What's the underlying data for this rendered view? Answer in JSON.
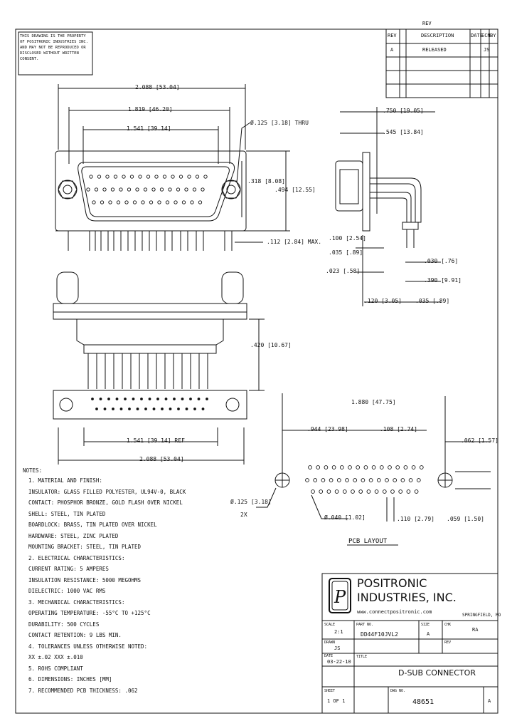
{
  "revision": {
    "title": "REV",
    "headers": [
      "REV",
      "DESCRIPTION",
      "DATE",
      "ECN",
      "BY"
    ],
    "rows": [
      [
        "A",
        "RELEASED",
        "",
        "",
        "JS"
      ]
    ]
  },
  "warning_note": "THIS DRAWING IS THE PROPERTY OF POSITRONIC INDUSTRIES INC. AND MAY NOT BE REPRODUCED OR DISCLOSED WITHOUT WRITTEN CONSENT.",
  "dims": {
    "overall": "2.088 [53.04]",
    "shell": "1.819 [46.20]",
    "face": "1.541 [39.14]",
    "hole": "Ø.125 [3.18] THRU",
    "height": ".494 [12.55]",
    "flange": ".318 [8.08]",
    "mount": ".112 [2.84] MAX.",
    "depth1": ".750 [19.05]",
    "depth2": ".545 [13.84]",
    "side1": ".100 [2.54]",
    "side2": ".035 [.89]",
    "side3": ".023 [.58]",
    "side4": ".030 [.76]",
    "side5": ".390 [9.91]",
    "side6": ".120 [3.05]",
    "rear_h": ".420 [10.67]",
    "rear_w1": "1.541 [39.14] REF",
    "rear_w2": "2.088 [53.04]",
    "pcb_overall": "1.880 [47.75]",
    "pcb_left": ".944 [23.98]",
    "pcb_pitch": ".108 [2.74]",
    "pcb_row": ".110 [2.79]",
    "pcb_hole": "Ø.125 [3.18]",
    "pcb_holes2": "Ø.040 [1.02]",
    "pcb_hole_note": "2X",
    "pcb_right1": ".062 [1.57]",
    "pcb_right2": ".059 [1.50]"
  },
  "pcb_title": "PCB LAYOUT",
  "notes": {
    "title": "NOTES:",
    "lines": [
      "1. MATERIAL AND FINISH:",
      "   INSULATOR: GLASS FILLED POLYESTER, UL94V-0, BLACK",
      "   CONTACT: PHOSPHOR BRONZE, GOLD FLASH OVER NICKEL",
      "   SHELL: STEEL, TIN PLATED",
      "   BOARDLOCK: BRASS, TIN PLATED OVER NICKEL",
      "   HARDWARE: STEEL, ZINC PLATED",
      "   MOUNTING BRACKET: STEEL, TIN PLATED",
      "2. ELECTRICAL CHARACTERISTICS:",
      "   CURRENT RATING: 5 AMPERES",
      "   INSULATION RESISTANCE: 5000 MEGOHMS",
      "   DIELECTRIC: 1000 VAC RMS",
      "3. MECHANICAL CHARACTERISTICS:",
      "   OPERATING TEMPERATURE: -55°C TO +125°C",
      "   DURABILITY: 500 CYCLES",
      "   CONTACT RETENTION: 9 LBS MIN.",
      "4. TOLERANCES UNLESS OTHERWISE NOTED:",
      "   XX ±.02  XXX ±.010",
      "5. ROHS COMPLIANT",
      "6. DIMENSIONS: INCHES [MM]",
      "7. RECOMMENDED PCB THICKNESS: .062"
    ]
  },
  "title_block": {
    "company_line1": "POSITRONIC",
    "company_line2": "INDUSTRIES, INC.",
    "website": "www.connectpositronic.com",
    "location": "SPRINGFIELD, MO",
    "scale_label": "SCALE",
    "scale": "2:1",
    "drawn_label": "DRAWN",
    "drawn": "JS",
    "date_label": "DATE",
    "date": "03-22-10",
    "sheet_label": "SHEET",
    "sheet": "1 OF 1",
    "size_label": "SIZE",
    "size": "A",
    "part_label": "PART NO.",
    "part_no": "DD44F10JVL2",
    "desc_label": "TITLE",
    "description": "D-SUB CONNECTOR",
    "dwg_label": "DWG NO.",
    "dwg_no": "48651",
    "rev_label": "REV",
    "rev": "A",
    "ck_label": "CHK",
    "ck": "RA"
  }
}
